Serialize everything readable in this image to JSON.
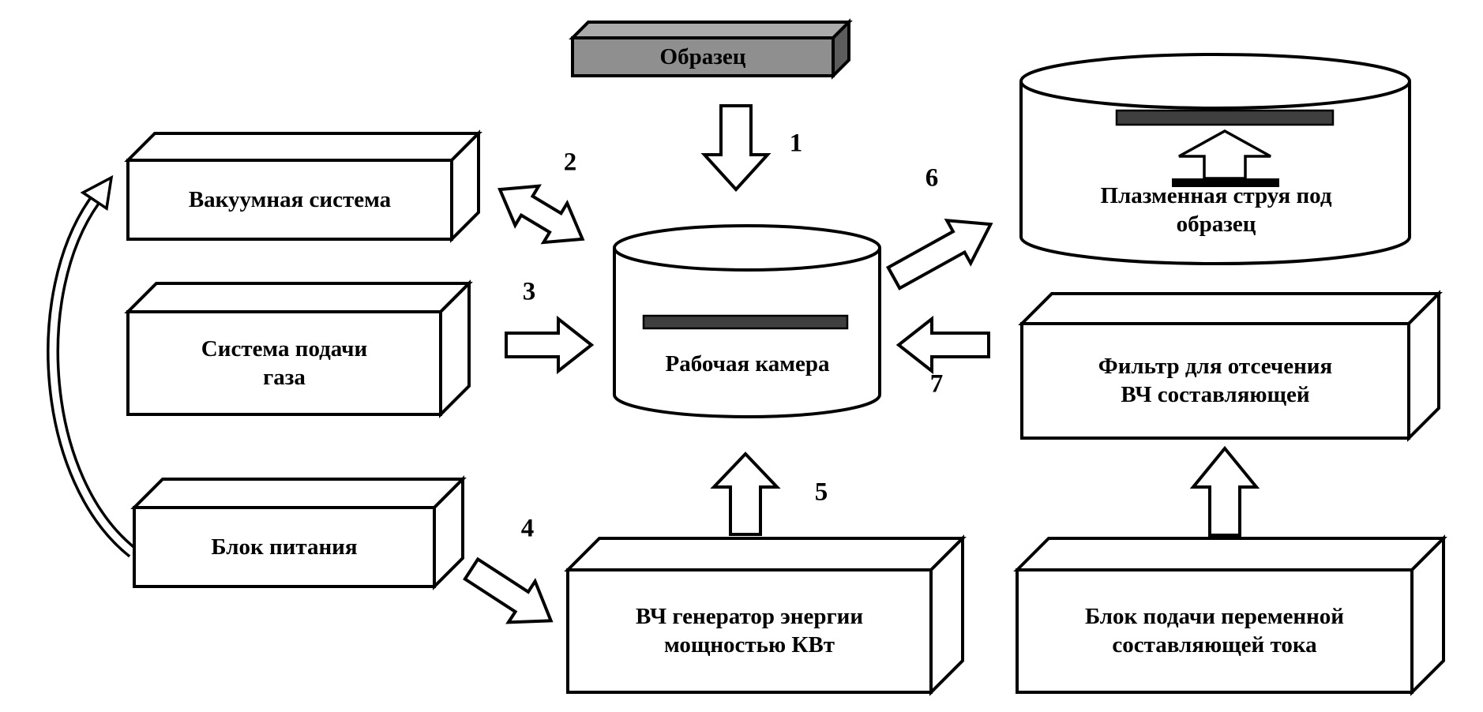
{
  "nodes": {
    "sample": {
      "lines": [
        "Образец"
      ]
    },
    "vacuum_system": {
      "lines": [
        "Вакуумная система"
      ]
    },
    "gas_supply": {
      "lines": [
        "Система подачи",
        "газа"
      ]
    },
    "power_supply": {
      "lines": [
        "Блок питания"
      ]
    },
    "working_chamber": {
      "lines": [
        "Рабочая камера"
      ]
    },
    "plasma_jet": {
      "lines": [
        "Плазменная струя под",
        "образец"
      ]
    },
    "rf_filter": {
      "lines": [
        "Фильтр для отсечения",
        "ВЧ составляющей"
      ]
    },
    "rf_generator": {
      "lines": [
        "ВЧ генератор энергии",
        "мощностью КВт"
      ]
    },
    "ac_supply": {
      "lines": [
        "Блок подачи переменной",
        "составляющей тока"
      ]
    }
  },
  "arrow_labels": {
    "a1": "1",
    "a2": "2",
    "a3": "3",
    "a4": "4",
    "a5": "5",
    "a6": "6",
    "a7": "7"
  },
  "colors": {
    "outline": "#000000",
    "box_fill": "#ffffff",
    "sample_front": "#8f8f8f",
    "sample_top": "#ababab",
    "sample_side": "#5c5c5c",
    "bar": "#3f3f3f"
  }
}
